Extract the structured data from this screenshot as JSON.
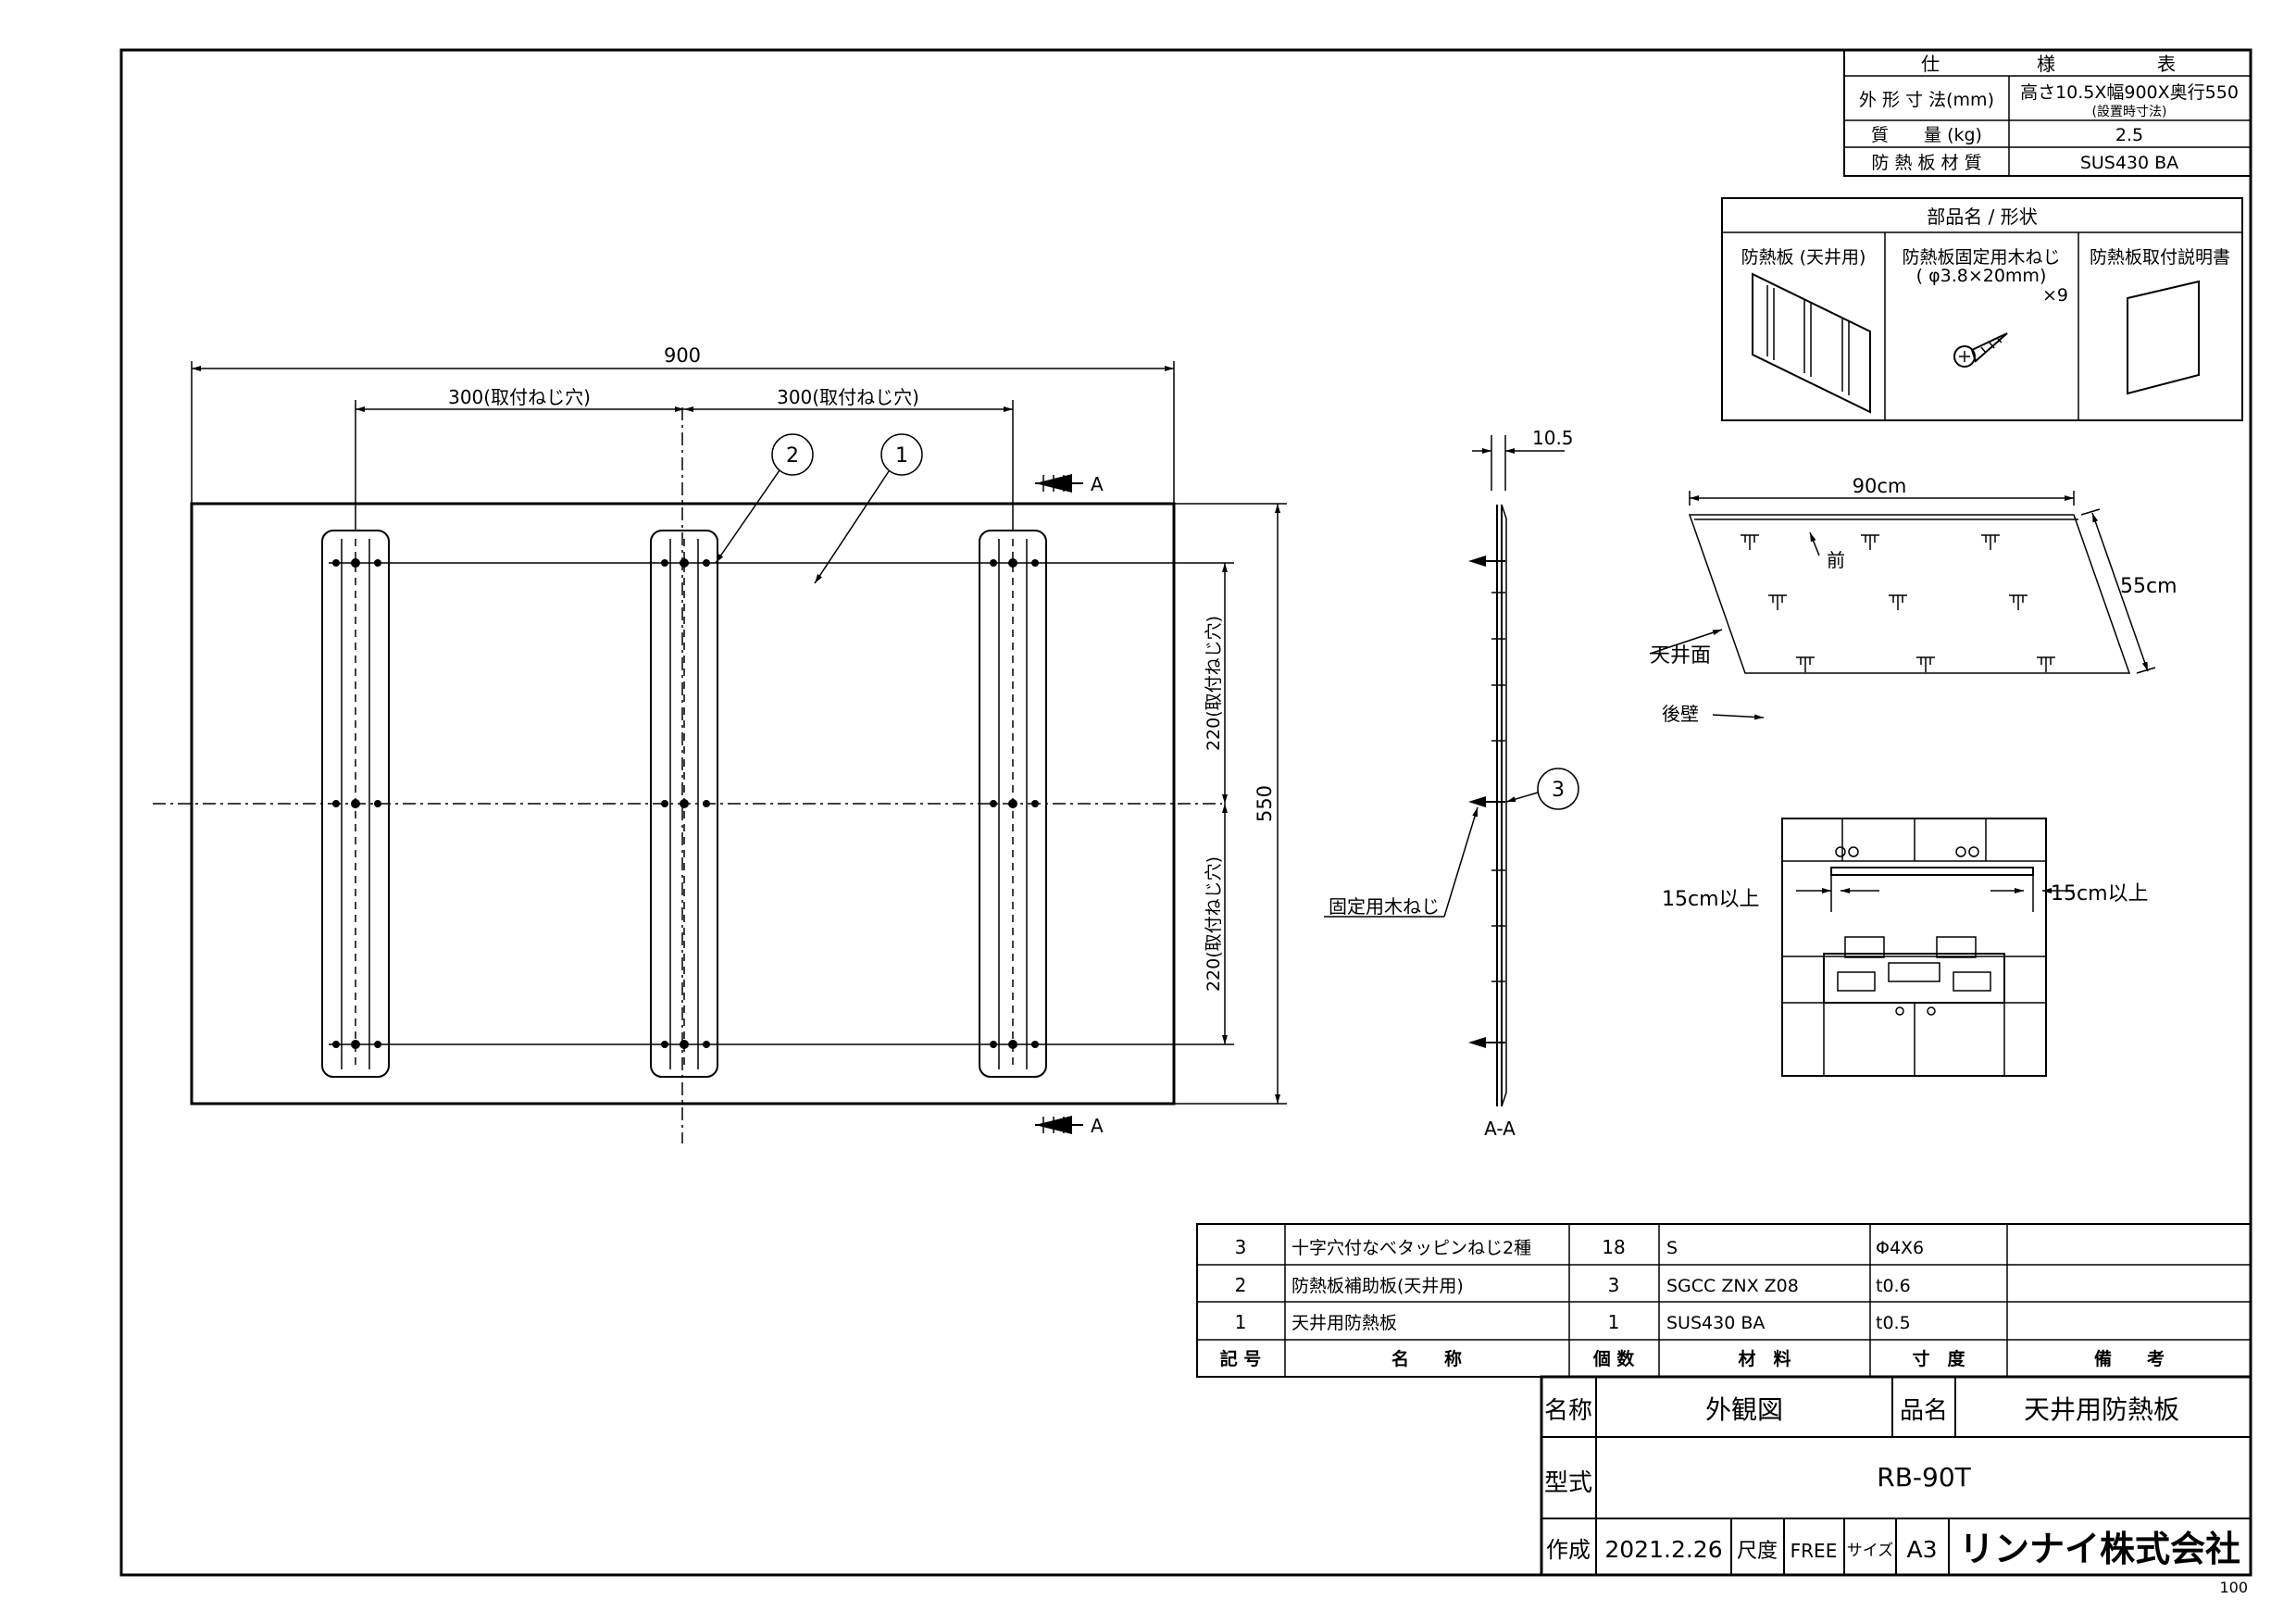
{
  "spec_table": {
    "header": [
      "仕",
      "様",
      "表"
    ],
    "rows": [
      {
        "label": "外 形 寸 法(mm)",
        "value": "高さ10.5X幅900X奥行550",
        "note": "(設置時寸法)"
      },
      {
        "label": "質　　量 (kg)",
        "value": "2.5"
      },
      {
        "label": "防 熱 板 材 質",
        "value": "SUS430 BA"
      }
    ]
  },
  "parts_table": {
    "title": "部品名 / 形状",
    "items": [
      {
        "name": "防熱板 (天井用)"
      },
      {
        "name": "防熱板固定用木ねじ",
        "name2": "( φ3.8×20mm)",
        "qty": "×9"
      },
      {
        "name": "防熱板取付説明書"
      }
    ]
  },
  "main_view": {
    "dim_total_width": "900",
    "dim_pitch_left": "300(取付ねじ穴)",
    "dim_pitch_right": "300(取付ねじ穴)",
    "dim_height": "550",
    "dim_pitch_upper": "220(取付ねじ穴)",
    "dim_pitch_lower": "220(取付ねじ穴)",
    "balloon_1": "1",
    "balloon_2": "2",
    "section_mark_top": "A",
    "section_mark_bottom": "A"
  },
  "section_view": {
    "dim_thickness": "10.5",
    "balloon_3": "3",
    "screw_label": "固定用木ねじ",
    "caption": "A-A"
  },
  "iso_view": {
    "width_label": "90cm",
    "depth_label": "55cm",
    "front_label": "前",
    "ceiling_label": "天井面",
    "rear_wall_label": "後壁"
  },
  "install_view": {
    "left_clearance": "15cm以上",
    "right_clearance": "15cm以上"
  },
  "bom": {
    "headers": [
      "記 号",
      "名　　称",
      "個 数",
      "材　料",
      "寸　度",
      "備　　考"
    ],
    "rows": [
      {
        "no": "3",
        "name": "十字穴付なべタッピンねじ2種",
        "qty": "18",
        "material": "S",
        "size": "Φ4X6",
        "note": ""
      },
      {
        "no": "2",
        "name": "防熱板補助板(天井用)",
        "qty": "3",
        "material": "SGCC ZNX Z08",
        "size": "t0.6",
        "note": ""
      },
      {
        "no": "1",
        "name": "天井用防熱板",
        "qty": "1",
        "material": "SUS430 BA",
        "size": "t0.5",
        "note": ""
      }
    ]
  },
  "title_block": {
    "name_label": "名称",
    "name_value": "外観図",
    "product_label": "品名",
    "product_value": "天井用防熱板",
    "model_label": "型式",
    "model_value": "RB-90T",
    "created_label": "作成",
    "created_value": "2021.2.26",
    "scale_label": "尺度",
    "scale_value": "FREE",
    "size_label": "サイズ",
    "size_value": "A3",
    "company": "リンナイ株式会社"
  },
  "sheet_number": "100"
}
